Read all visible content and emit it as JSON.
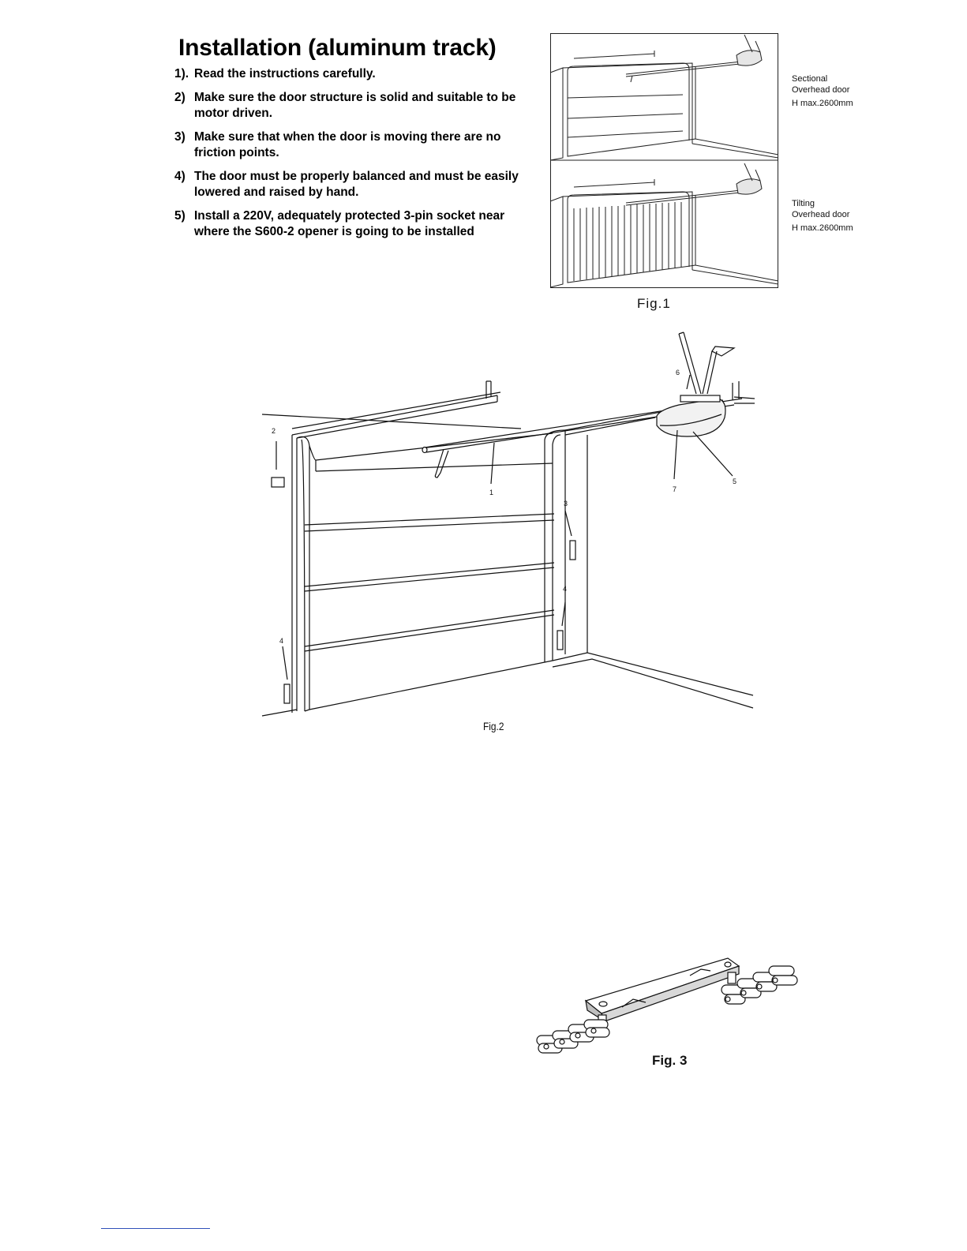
{
  "title": "Installation (aluminum track)",
  "steps": [
    {
      "num": "1).",
      "text": "Read the instructions carefully."
    },
    {
      "num": "2)",
      "text": "Make sure the door structure is solid and suitable to be motor driven."
    },
    {
      "num": "3)",
      "text": "Make sure that when the door is moving there are no friction points."
    },
    {
      "num": "4)",
      "text": "The door must be properly balanced and must be easily lowered and raised by hand."
    },
    {
      "num": "5)",
      "text": "Install a 220V, adequately protected 3-pin socket near where the S600-2 opener is going to be installed"
    }
  ],
  "fig1": {
    "label": "Fig.1",
    "panels": [
      {
        "line1": "Sectional",
        "line2": "Overhead door",
        "line3": "H max.2600mm"
      },
      {
        "line1": "Tilting",
        "line2": "Overhead door",
        "line3": "H max.2600mm"
      }
    ]
  },
  "fig2": {
    "label": "Fig.2",
    "callouts": [
      "1",
      "2",
      "3",
      "4",
      "4",
      "5",
      "6",
      "7"
    ]
  },
  "fig3": {
    "label": "Fig. 3"
  }
}
